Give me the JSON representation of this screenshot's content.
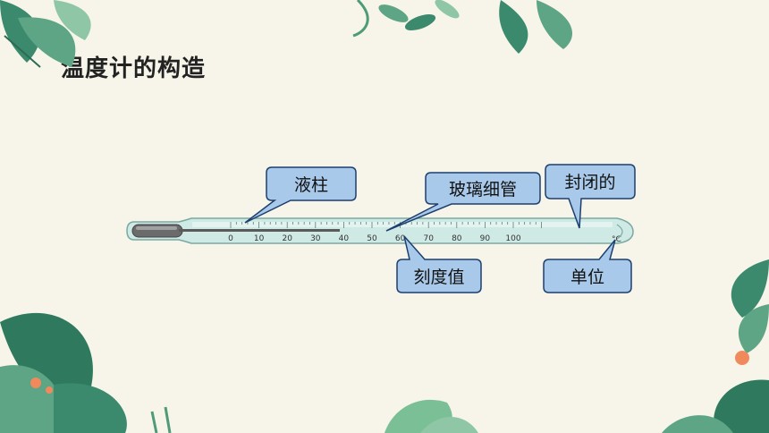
{
  "title": "温度计的构造",
  "thermometer": {
    "scale_labels": [
      "0",
      "10",
      "20",
      "30",
      "40",
      "50",
      "60",
      "70",
      "80",
      "90",
      "100"
    ],
    "unit_symbol": "°C"
  },
  "callouts": {
    "liquid_column": "液柱",
    "glass_tube": "玻璃细管",
    "sealed": "封闭的",
    "scale_value": "刻度值",
    "unit": "单位"
  },
  "colors": {
    "callout_fill": "#a9c9ea",
    "callout_stroke": "#1d3f6e",
    "tube_fill": "#cfe9e4",
    "leaf_dark": "#3b8a6e",
    "leaf_light": "#8fc7a6"
  }
}
